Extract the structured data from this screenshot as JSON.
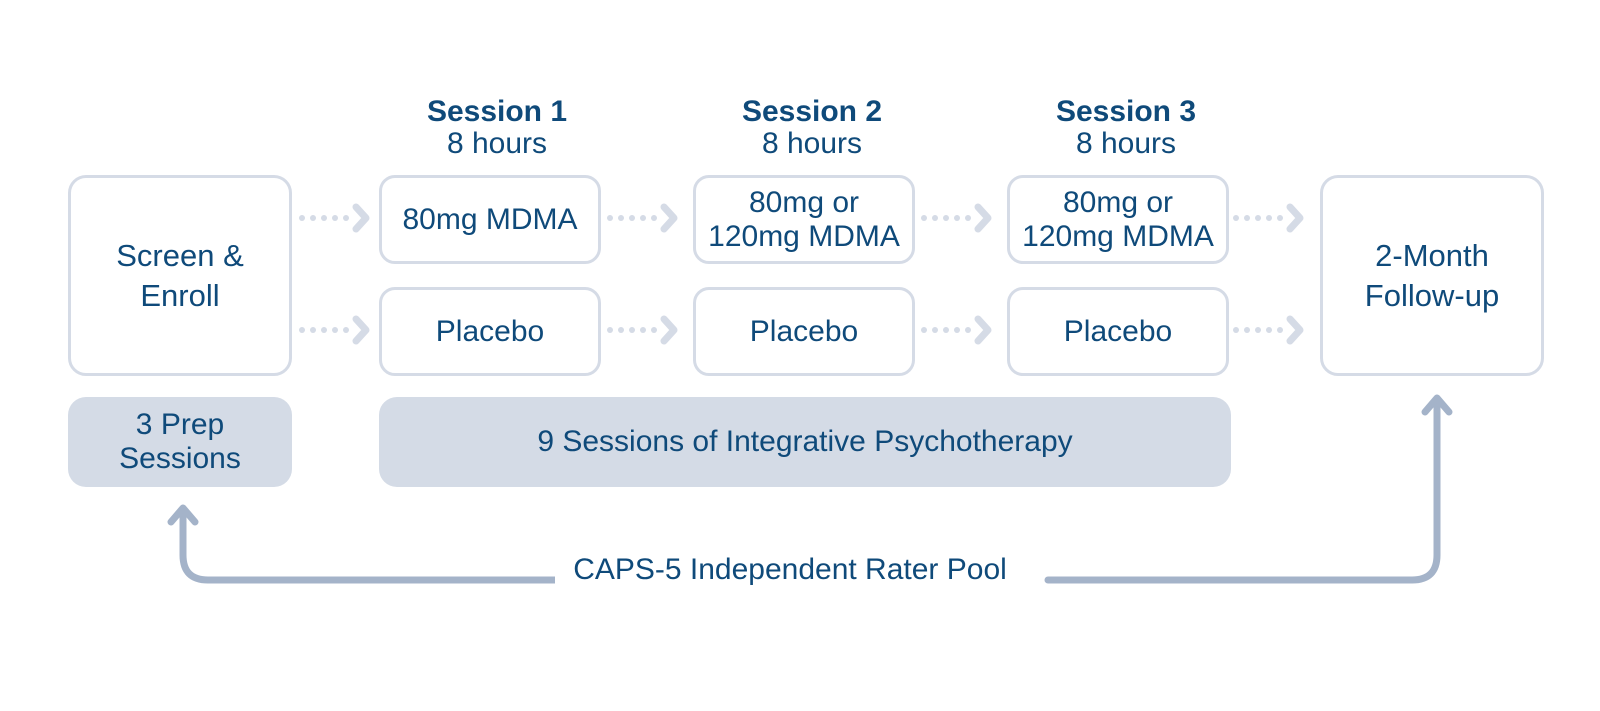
{
  "sessions": [
    {
      "title": "Session 1",
      "duration": "8 hours",
      "mdma": "80mg MDMA",
      "placebo": "Placebo"
    },
    {
      "title": "Session 2",
      "duration": "8 hours",
      "mdma": "80mg or\n120mg MDMA",
      "placebo": "Placebo"
    },
    {
      "title": "Session 3",
      "duration": "8 hours",
      "mdma": "80mg or\n120mg MDMA",
      "placebo": "Placebo"
    }
  ],
  "screen": {
    "label": "Screen &\nEnroll"
  },
  "followup": {
    "label": "2-Month\nFollow-up"
  },
  "prep": {
    "label": "3 Prep\nSessions"
  },
  "psychotherapy": {
    "label": "9 Sessions of Integrative Psychotherapy"
  },
  "rater_pool": {
    "label": "CAPS-5 Independent Rater Pool"
  },
  "colors": {
    "text": "#0f4a7a",
    "box_border": "#d5dbe6",
    "band": "#d4dbe6",
    "connector": "#a4b3c9"
  }
}
